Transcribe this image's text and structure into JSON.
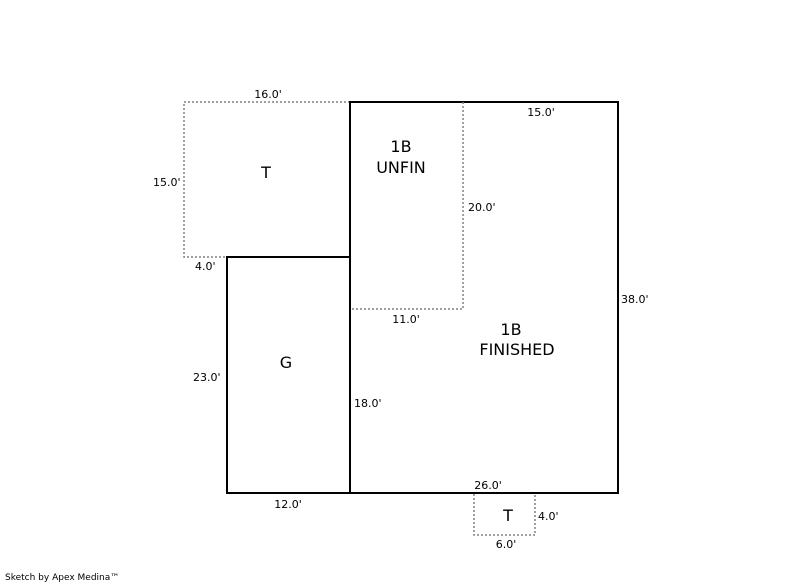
{
  "areas": {
    "terrace_top": {
      "label": "T"
    },
    "unfinished": {
      "line1": "1B",
      "line2": "UNFIN"
    },
    "finished": {
      "line1": "1B",
      "line2": "FINISHED"
    },
    "garage": {
      "label": "G"
    },
    "terrace_bottom": {
      "label": "T"
    }
  },
  "dimensions": {
    "terrace_top_width": "16.0'",
    "terrace_top_height": "15.0'",
    "terrace_top_offset": "4.0'",
    "finished_top": "15.0'",
    "unfin_height": "20.0'",
    "unfin_width": "11.0'",
    "finished_right": "38.0'",
    "garage_height": "23.0'",
    "finished_left": "18.0'",
    "garage_width": "12.0'",
    "finished_bottom": "26.0'",
    "terrace_bottom_height": "4.0'",
    "terrace_bottom_width": "6.0'"
  },
  "footer": {
    "credit": "Sketch by Apex Medina™"
  }
}
